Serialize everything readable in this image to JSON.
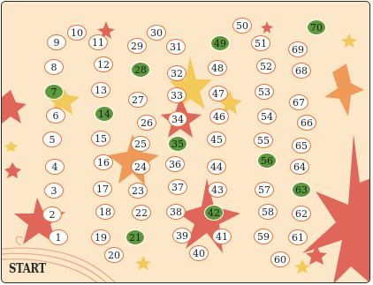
{
  "board": {
    "start_label": "START",
    "colors": {
      "background": "#fce8c8",
      "cell_fill": "#ffffff",
      "cell_border": "#e8743a",
      "marked_cell": "#5e9a3a",
      "star_red": "#e0665a",
      "star_orange": "#f09a5a",
      "star_yellow": "#f3c95a"
    },
    "cells": [
      {
        "n": "1",
        "marked": false
      },
      {
        "n": "2",
        "marked": false
      },
      {
        "n": "3",
        "marked": false
      },
      {
        "n": "4",
        "marked": false
      },
      {
        "n": "5",
        "marked": false
      },
      {
        "n": "6",
        "marked": false
      },
      {
        "n": "7",
        "marked": true
      },
      {
        "n": "8",
        "marked": false
      },
      {
        "n": "9",
        "marked": false
      },
      {
        "n": "10",
        "marked": false
      },
      {
        "n": "11",
        "marked": false
      },
      {
        "n": "12",
        "marked": false
      },
      {
        "n": "13",
        "marked": false
      },
      {
        "n": "14",
        "marked": true
      },
      {
        "n": "15",
        "marked": false
      },
      {
        "n": "16",
        "marked": false
      },
      {
        "n": "17",
        "marked": false
      },
      {
        "n": "18",
        "marked": false
      },
      {
        "n": "19",
        "marked": false
      },
      {
        "n": "20",
        "marked": false
      },
      {
        "n": "21",
        "marked": true
      },
      {
        "n": "22",
        "marked": false
      },
      {
        "n": "23",
        "marked": false
      },
      {
        "n": "24",
        "marked": false
      },
      {
        "n": "25",
        "marked": false
      },
      {
        "n": "26",
        "marked": false
      },
      {
        "n": "27",
        "marked": false
      },
      {
        "n": "28",
        "marked": true
      },
      {
        "n": "29",
        "marked": false
      },
      {
        "n": "30",
        "marked": false
      },
      {
        "n": "31",
        "marked": false
      },
      {
        "n": "32",
        "marked": false
      },
      {
        "n": "33",
        "marked": false
      },
      {
        "n": "34",
        "marked": false
      },
      {
        "n": "35",
        "marked": true
      },
      {
        "n": "36",
        "marked": false
      },
      {
        "n": "37",
        "marked": false
      },
      {
        "n": "38",
        "marked": false
      },
      {
        "n": "39",
        "marked": false
      },
      {
        "n": "40",
        "marked": false
      },
      {
        "n": "41",
        "marked": false
      },
      {
        "n": "42",
        "marked": true
      },
      {
        "n": "43",
        "marked": false
      },
      {
        "n": "44",
        "marked": false
      },
      {
        "n": "45",
        "marked": false
      },
      {
        "n": "46",
        "marked": false
      },
      {
        "n": "47",
        "marked": false
      },
      {
        "n": "48",
        "marked": false
      },
      {
        "n": "49",
        "marked": true
      },
      {
        "n": "50",
        "marked": false
      },
      {
        "n": "51",
        "marked": false
      },
      {
        "n": "52",
        "marked": false
      },
      {
        "n": "53",
        "marked": false
      },
      {
        "n": "54",
        "marked": false
      },
      {
        "n": "55",
        "marked": false
      },
      {
        "n": "56",
        "marked": true
      },
      {
        "n": "57",
        "marked": false
      },
      {
        "n": "58",
        "marked": false
      },
      {
        "n": "59",
        "marked": false
      },
      {
        "n": "60",
        "marked": false
      },
      {
        "n": "61",
        "marked": false
      },
      {
        "n": "62",
        "marked": false
      },
      {
        "n": "63",
        "marked": true
      },
      {
        "n": "64",
        "marked": false
      },
      {
        "n": "65",
        "marked": false
      },
      {
        "n": "66",
        "marked": false
      },
      {
        "n": "67",
        "marked": false
      },
      {
        "n": "68",
        "marked": false
      },
      {
        "n": "69",
        "marked": false
      },
      {
        "n": "70",
        "marked": true
      }
    ]
  }
}
